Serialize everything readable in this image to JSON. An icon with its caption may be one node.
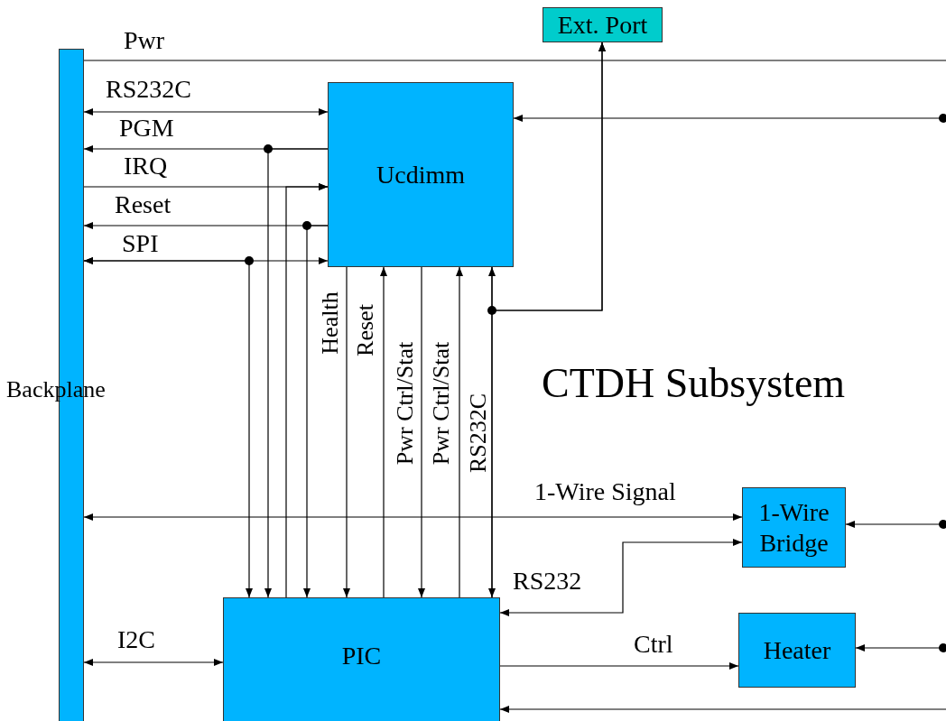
{
  "diagram": {
    "nodes": [
      {
        "text": [
          "Ext. Port"
        ]
      },
      {
        "text": [
          "Backplane"
        ]
      },
      {
        "text": [
          "Ucdimm"
        ]
      },
      {
        "text": [
          "1-Wire Bridge"
        ]
      },
      {
        "text": [
          "Heater"
        ]
      },
      {
        "text": [
          "PIC"
        ]
      }
    ],
    "edges": [
      {
        "from": 1,
        "to": null,
        "arrow": "none",
        "label": "Pwr"
      },
      {
        "from": 1,
        "to": 2,
        "arrow": "both",
        "label": "RS232C"
      },
      {
        "from": 2,
        "to": 1,
        "arrow": "to",
        "label": "PGM"
      },
      {
        "from": 2,
        "to": 5,
        "arrow": "to"
      },
      {
        "from": 1,
        "to": 2,
        "arrow": "to",
        "label": "IRQ"
      },
      {
        "from": 5,
        "to": 2,
        "arrow": "to"
      },
      {
        "from": 2,
        "to": 1,
        "arrow": "to",
        "label": "Reset"
      },
      {
        "from": 2,
        "to": 5,
        "arrow": "to"
      },
      {
        "from": 1,
        "to": 2,
        "arrow": "both",
        "label": "SPI"
      },
      {
        "from": 1,
        "to": 5,
        "arrow": "both"
      },
      {
        "from": 2,
        "to": 5,
        "arrow": "to",
        "label": "Health"
      },
      {
        "from": 5,
        "to": 2,
        "arrow": "to",
        "label": "Reset"
      },
      {
        "from": 2,
        "to": 5,
        "arrow": "to",
        "label": "Pwr Ctrl/Stat"
      },
      {
        "from": 5,
        "to": 2,
        "arrow": "to",
        "label": "Pwr Ctrl/Stat"
      },
      {
        "from": 2,
        "to": 5,
        "arrow": "both",
        "label": "RS232C"
      },
      {
        "from": 5,
        "to": 0,
        "arrow": "to"
      },
      {
        "from": 2,
        "to": 0,
        "arrow": "to"
      },
      {
        "from": null,
        "to": 2,
        "arrow": "to"
      },
      {
        "from": 1,
        "to": 3,
        "arrow": "both",
        "label": "1-Wire Signal"
      },
      {
        "from": 5,
        "to": 3,
        "arrow": "both",
        "label": "RS232"
      },
      {
        "from": null,
        "to": 3,
        "arrow": "to"
      },
      {
        "from": 1,
        "to": 5,
        "arrow": "both",
        "label": "I2C"
      },
      {
        "from": 5,
        "to": 4,
        "arrow": "to",
        "label": "Ctrl"
      },
      {
        "from": null,
        "to": 4,
        "arrow": "to"
      },
      {
        "from": null,
        "to": 5,
        "arrow": "to"
      }
    ],
    "labels": [
      "CTDH Subsystem"
    ]
  }
}
